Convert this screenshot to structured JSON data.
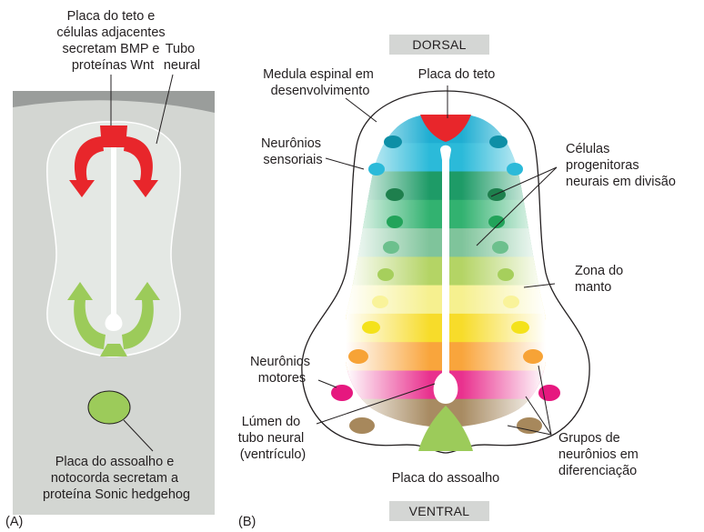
{
  "panel_a": {
    "letter": "(A)",
    "roof_plate_label": [
      "Placa do teto e",
      "células adjacentes",
      "secretam BMP e",
      "proteínas Wnt"
    ],
    "neural_tube_label": [
      "Tubo",
      "neural"
    ],
    "floor_plate_label": [
      "Placa do assoalho e",
      "notocorda secretam a",
      "proteína Sonic hedgehog"
    ]
  },
  "panel_b": {
    "letter": "(B)",
    "dorsal": "DORSAL",
    "ventral": "VENTRAL",
    "spinal_cord_label": [
      "Medula espinal em",
      "desenvolvimento"
    ],
    "roof_plate_label": "Placa do teto",
    "sensory_neurons_label": [
      "Neurônios",
      "sensoriais"
    ],
    "progenitor_label": [
      "Células",
      "progenitoras",
      "neurais em divisão"
    ],
    "mantle_zone_label": [
      "Zona do",
      "manto"
    ],
    "motor_neurons_label": [
      "Neurônios",
      "motores"
    ],
    "lumen_label": [
      "Lúmen do",
      "tubo neural",
      "(ventrículo)"
    ],
    "neuron_groups_label": [
      "Grupos de",
      "neurônios em",
      "diferenciação"
    ],
    "floor_plate_label": "Placa do assoalho"
  },
  "colors": {
    "bmp_arrow": "#e8262b",
    "shh_arrow": "#9ccb5a",
    "tissue": "#d3d6d2",
    "neural_tube_fill": "#e4e8e4",
    "tag_bg": "#d4d6d4"
  },
  "bands": [
    {
      "zone": "roof",
      "color": "#1faed2"
    },
    {
      "zone": "dorsal-1",
      "color": "#2bbad9"
    },
    {
      "zone": "dorsal-2",
      "color": "#1e9b67"
    },
    {
      "zone": "dorsal-3",
      "color": "#32b270"
    },
    {
      "zone": "dorsal-4",
      "color": "#7fc49b"
    },
    {
      "zone": "mid-1",
      "color": "#b4d465"
    },
    {
      "zone": "mid-2",
      "color": "#f6f08f"
    },
    {
      "zone": "ventral-1",
      "color": "#f7dc2a"
    },
    {
      "zone": "ventral-2",
      "color": "#f9a53c"
    },
    {
      "zone": "motor",
      "color": "#e9318e"
    },
    {
      "zone": "floor",
      "color": "#a88b62"
    }
  ]
}
